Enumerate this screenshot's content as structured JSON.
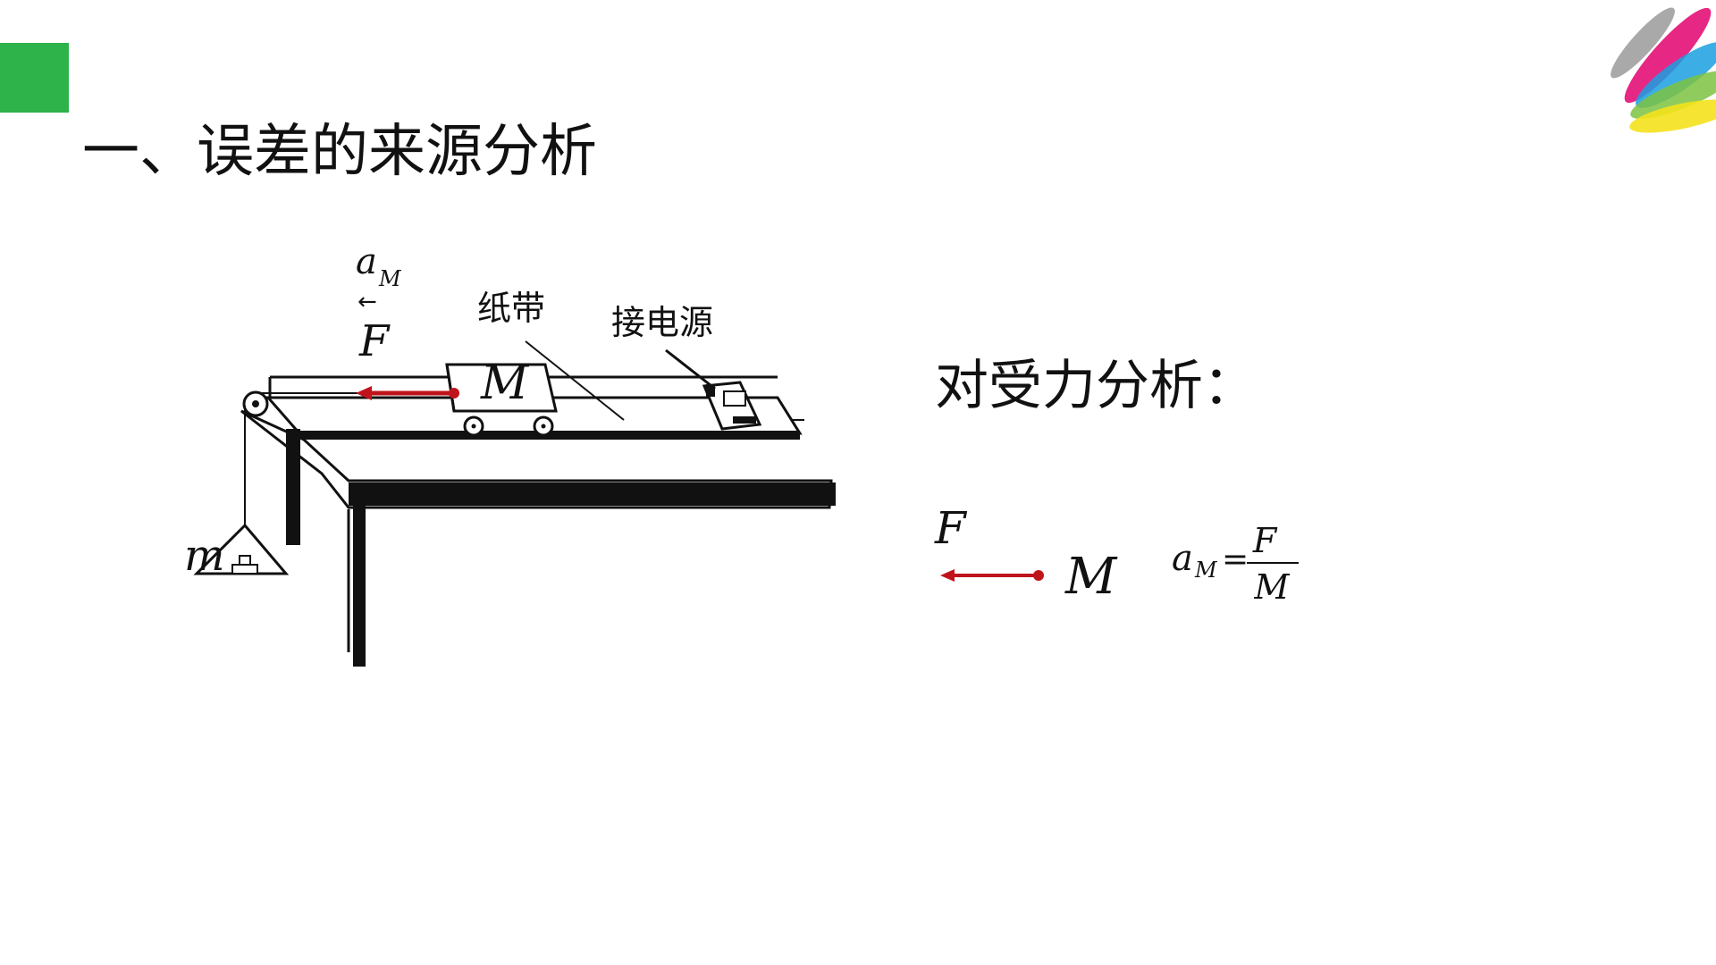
{
  "colors": {
    "accent_green": "#2eb24a",
    "arrow_red": "#c0141c",
    "ink": "#111111"
  },
  "slide": {
    "title": "一、误差的来源分析",
    "subtitle": "对受力分析："
  },
  "apparatus": {
    "accel_label": "a",
    "accel_sub": "M",
    "accel_arrow": "←",
    "force_label": "F",
    "cart_label": "M",
    "tape_label": "纸带",
    "power_label": "接电源",
    "hanging_mass_label": "m"
  },
  "force_diagram": {
    "force_label": "F",
    "body_label": "M"
  },
  "formula": {
    "lhs": "a",
    "lhs_sub": "M",
    "equals": "=",
    "numerator": "F",
    "denominator": "M"
  },
  "icons": {
    "logo": "colorful-feather-logo-icon",
    "arrow": "force-arrow-icon"
  }
}
